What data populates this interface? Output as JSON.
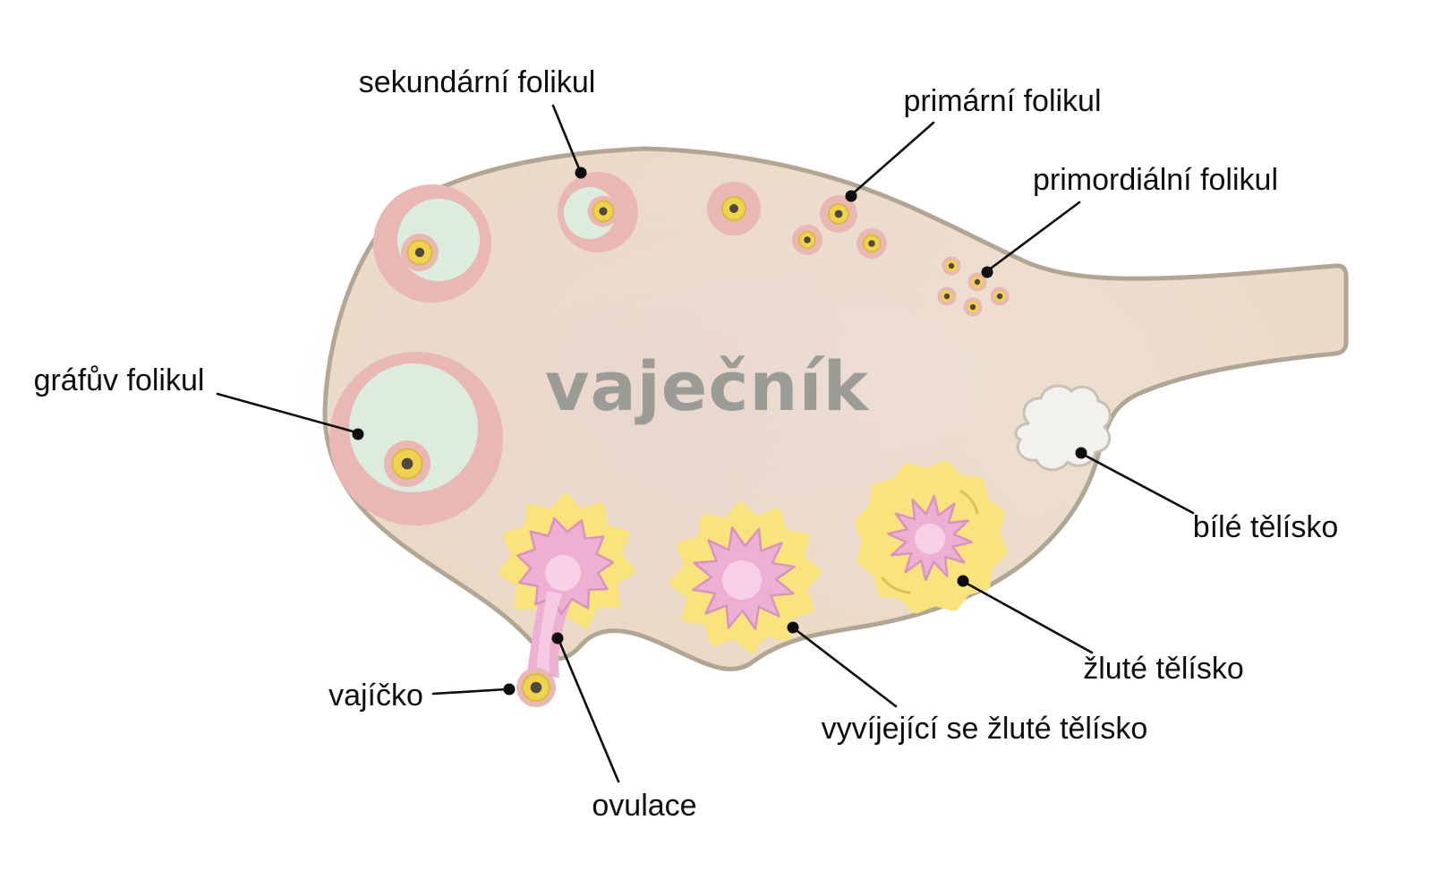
{
  "diagram": {
    "title": "vaječník",
    "labels": {
      "secondary_follicle": "sekundární folikul",
      "primary_follicle": "primární folikul",
      "primordial_follicle": "primordiální folikul",
      "graafian_follicle": "gráfův folikul",
      "corpus_albicans": "bílé tělísko",
      "corpus_luteum": "žluté tělísko",
      "developing_corpus_luteum": "vyvíjející se žluté tělísko",
      "ovum": "vajíčko",
      "ovulation": "ovulace"
    },
    "colors": {
      "ovary_stroke": "#b1a593",
      "follicle_pink": "#e9b7b4",
      "antrum_mint": "#dcede0",
      "egg_yellow": "#f1d24d",
      "egg_outline": "#d9ba45",
      "nucleus_dark": "#4c4a40",
      "corpus_luteum_yellow": "#f8e37c",
      "corpus_pink": "#edb0d3",
      "corpus_pink_light": "#f6d0e6",
      "corpus_pink_outline": "#d893be",
      "corpus_albicans_fill": "#f3f1ed",
      "corpus_albicans_outline": "#c6c0b6",
      "title_gray": "#9c9c97",
      "label_black": "#0d0d0d"
    }
  }
}
